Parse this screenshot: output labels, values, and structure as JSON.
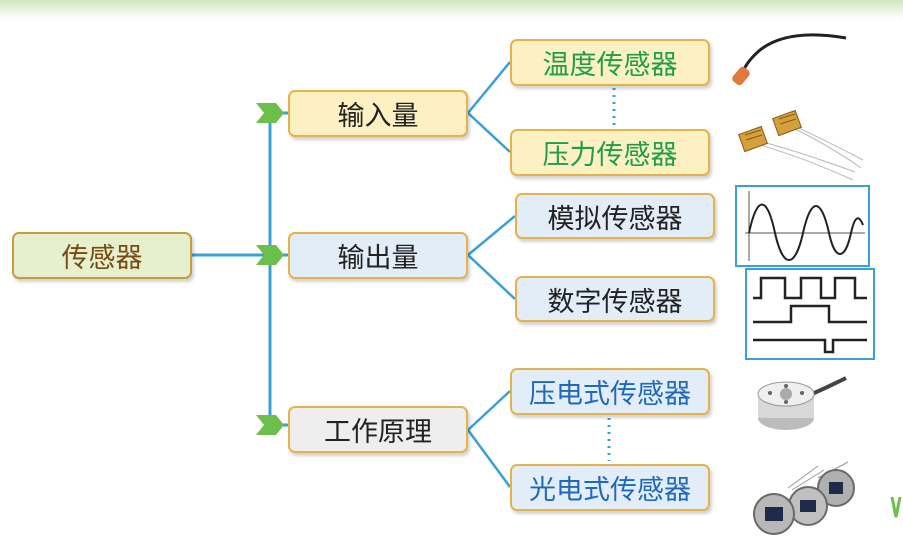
{
  "root": {
    "label": "传感器"
  },
  "categories": [
    {
      "label": "输入量",
      "children": [
        "温度传感器",
        "压力传感器"
      ]
    },
    {
      "label": "输出量",
      "children": [
        "模拟传感器",
        "数字传感器"
      ]
    },
    {
      "label": "工作原理",
      "children": [
        "压电式传感器",
        "光电式传感器"
      ]
    }
  ],
  "images": [
    {
      "name": "temperature-sensor-probe-image"
    },
    {
      "name": "strain-gauge-pressure-sensor-image"
    },
    {
      "name": "analog-sine-wave-image"
    },
    {
      "name": "digital-square-wave-image"
    },
    {
      "name": "piezoelectric-sensor-image"
    },
    {
      "name": "photoelectric-sensor-image"
    }
  ],
  "colors": {
    "connector": "#3aa0d8",
    "arrow": "#6cbf4a",
    "green_text": "#1e9e4a",
    "blue_text": "#1f6ab8"
  }
}
